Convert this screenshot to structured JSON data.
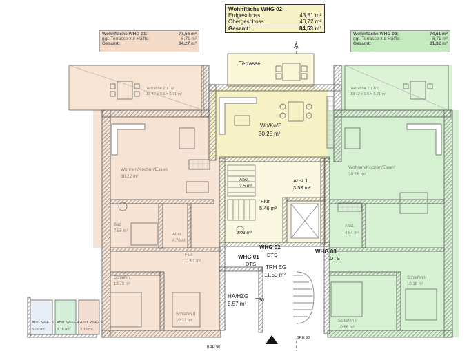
{
  "area_table_whg02": {
    "title": "Wohnfläche WHG 02:",
    "rows": [
      {
        "label": "Erdgeschoss:",
        "value": "43,81 m²"
      },
      {
        "label": "Obergeschoss:",
        "value": "40,72 m²"
      }
    ],
    "total_label": "Gesamt:",
    "total_value": "84,53 m²"
  },
  "area_table_whg01": {
    "title": "Wohnfläche WHG 01:",
    "title_value": "77,56 m²",
    "terrace_label": "ggf. Terrasse zur Hälfte:",
    "terrace_value": "6,71 m²",
    "total_label": "Gesamt:",
    "total_value": "84,27 m²"
  },
  "area_table_whg03": {
    "title": "Wohnfläche WHG 03:",
    "title_value": "74,61 m²",
    "terrace_label": "ggf. Terrasse zur Hälfte:",
    "terrace_value": "6,71 m²",
    "total_label": "Gesamt:",
    "total_value": "81,32 m²"
  },
  "rooms_center": {
    "terrasse": "Terrasse",
    "wokoe_name": "Wo/Ko/E",
    "wokoe_area": "30.25 m²",
    "abst1_name": "Abst.1",
    "abst1_area": "3.53 m²",
    "abst_small_name": "Abst.",
    "abst_small_area": "2.5 m²",
    "flur_name": "Flur",
    "flur_area": "5.46 m²",
    "wc_area": "3.03 m²",
    "whg02_name": "WHG 02",
    "whg02_dts": "DTS",
    "whg01_name": "WHG 01",
    "whg01_dts": "DTS",
    "whg03_name": "WHG 03",
    "whg03_dts": "DTS",
    "trh_name": "TRH EG",
    "trh_area": "11.59 m²",
    "ha_name": "HA/HZG",
    "ha_area": "5.57 m²",
    "t30": "T30",
    "brh1": "BRH 90",
    "brh2": "BRH 90",
    "section_marker": "A"
  },
  "rooms_left": {
    "terrasse": "Terrasse zu 1/2",
    "terrasse_area": "13.42 x 0.5 = 6.71 m²",
    "wohnen": "Wohnen/Kochen/Essen",
    "wohnen_area": "30.22 m²",
    "bad": "Bad",
    "bad_area": "7.85 m²",
    "abst": "Abst.",
    "abst_area": "4.70 m²",
    "flur": "Flur",
    "flur_area": "11.91 m²",
    "schlafen_a": "Schlafen",
    "schlafen_a_area": "12.73 m²",
    "schlafen_b": "Schlafen II",
    "schlafen_b_area": "10.12 m²"
  },
  "rooms_right": {
    "terrasse": "Terrasse zu 1/2",
    "terrasse_area": "13.42 x 0.5 = 6.71 m²",
    "wohnen": "Wohnen/Kochen/Essen",
    "wohnen_area": "30.18 m²",
    "abst": "Abst.",
    "abst_area": "4.64 m²",
    "schlafen_a": "Schlafen I",
    "schlafen_a_area": "10.66 m²",
    "schlafen_b": "Schlafen II",
    "schlafen_b_area": "10.18 m²"
  },
  "storage_boxes": [
    {
      "name": "Abst. WHG 5",
      "area": "3.09 m²"
    },
    {
      "name": "Abst. WHG 4",
      "area": "3.16 m²"
    },
    {
      "name": "Abst. WHG 3",
      "area": "3.16 m²"
    }
  ],
  "colors": {
    "whg01_fill": "#f4d9c4",
    "whg02_fill": "#f6f2c6",
    "whg03_fill": "#cfeec9",
    "wall": "#6b6b6b",
    "hatch": "#9a9a9a"
  }
}
